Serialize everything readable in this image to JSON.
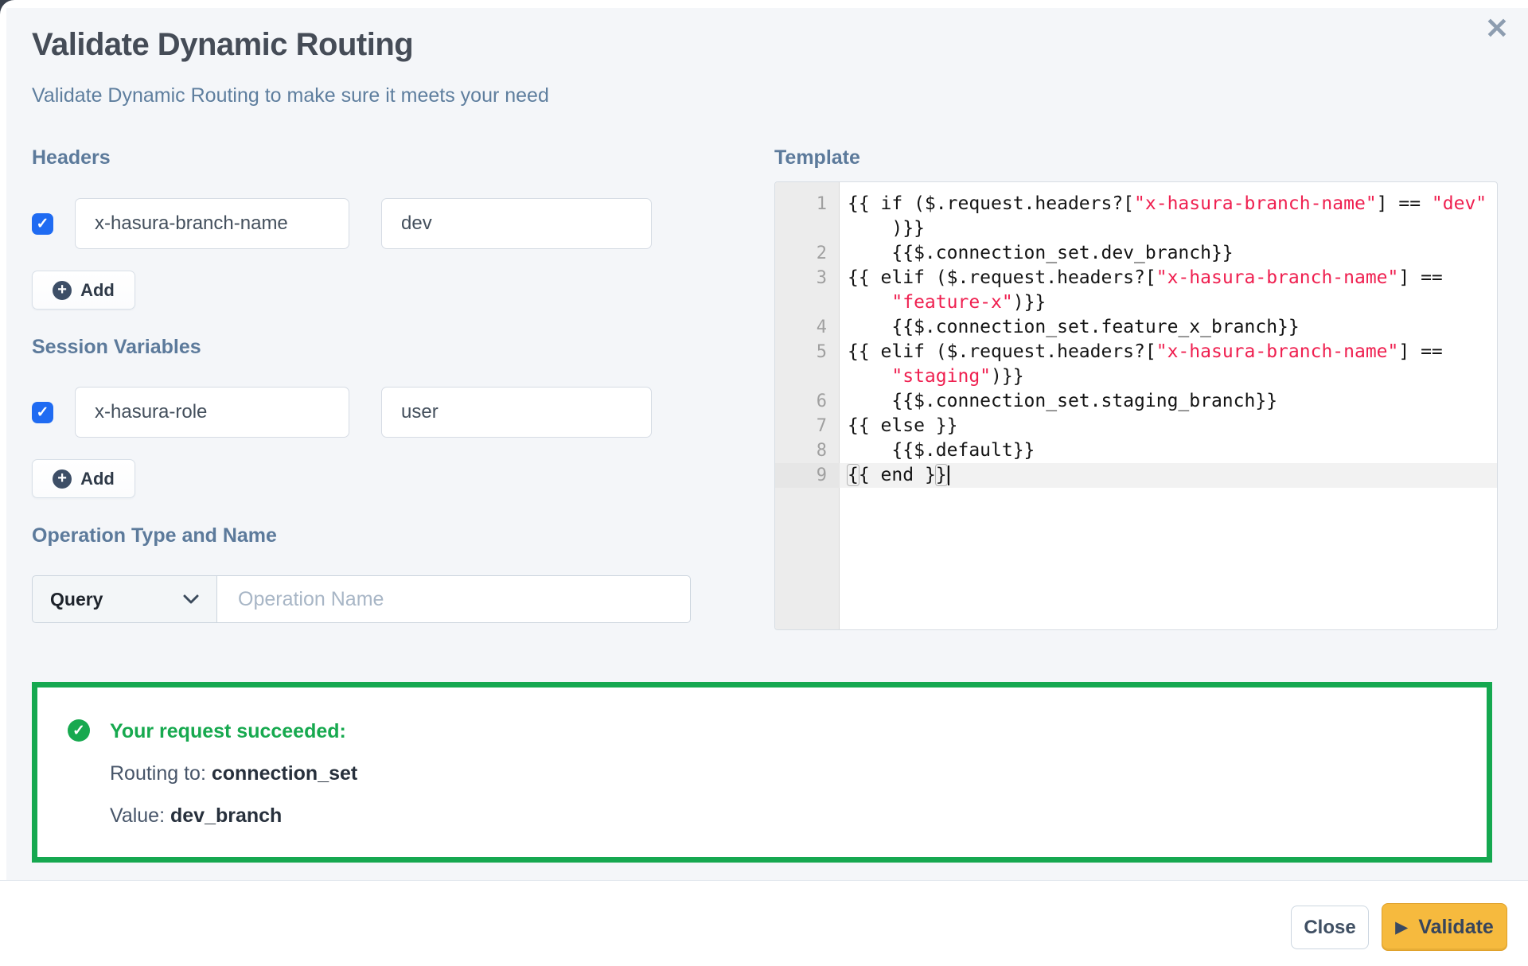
{
  "modal": {
    "title": "Validate Dynamic Routing",
    "subtitle": "Validate Dynamic Routing to make sure it meets your need",
    "close_icon": "✕"
  },
  "headers_section": {
    "label": "Headers",
    "rows": [
      {
        "checked": true,
        "check_icon": "✓",
        "key": "x-hasura-branch-name",
        "value": "dev"
      }
    ],
    "add_label": "Add",
    "plus_icon": "+"
  },
  "session_section": {
    "label": "Session Variables",
    "rows": [
      {
        "checked": true,
        "check_icon": "✓",
        "key": "x-hasura-role",
        "value": "user"
      }
    ],
    "add_label": "Add",
    "plus_icon": "+"
  },
  "operation_section": {
    "label": "Operation Type and Name",
    "type_value": "Query",
    "name_placeholder": "Operation Name",
    "name_value": ""
  },
  "template_section": {
    "label": "Template",
    "code_rows": [
      {
        "num": "1",
        "segments": [
          {
            "t": "{{ if ($.request.headers?[",
            "c": "k"
          },
          {
            "t": "\"x-hasura-branch-name\"",
            "c": "s"
          },
          {
            "t": "] == ",
            "c": "k"
          },
          {
            "t": "\"dev\"",
            "c": "s"
          }
        ]
      },
      {
        "num": "",
        "segments": [
          {
            "t": "    )}}",
            "c": "k"
          }
        ]
      },
      {
        "num": "2",
        "segments": [
          {
            "t": "    {{$.connection_set.dev_branch}}",
            "c": "k"
          }
        ]
      },
      {
        "num": "3",
        "segments": [
          {
            "t": "{{ elif ($.request.headers?[",
            "c": "k"
          },
          {
            "t": "\"x-hasura-branch-name\"",
            "c": "s"
          },
          {
            "t": "] ==",
            "c": "k"
          }
        ]
      },
      {
        "num": "",
        "segments": [
          {
            "t": "    ",
            "c": "k"
          },
          {
            "t": "\"feature-x\"",
            "c": "s"
          },
          {
            "t": ")}}",
            "c": "k"
          }
        ]
      },
      {
        "num": "4",
        "segments": [
          {
            "t": "    {{$.connection_set.feature_x_branch}}",
            "c": "k"
          }
        ]
      },
      {
        "num": "5",
        "segments": [
          {
            "t": "{{ elif ($.request.headers?[",
            "c": "k"
          },
          {
            "t": "\"x-hasura-branch-name\"",
            "c": "s"
          },
          {
            "t": "] ==",
            "c": "k"
          }
        ]
      },
      {
        "num": "",
        "segments": [
          {
            "t": "    ",
            "c": "k"
          },
          {
            "t": "\"staging\"",
            "c": "s"
          },
          {
            "t": ")}}",
            "c": "k"
          }
        ]
      },
      {
        "num": "6",
        "segments": [
          {
            "t": "    {{$.connection_set.staging_branch}}",
            "c": "k"
          }
        ]
      },
      {
        "num": "7",
        "segments": [
          {
            "t": "{{ else }}",
            "c": "k"
          }
        ]
      },
      {
        "num": "8",
        "segments": [
          {
            "t": "    {{$.default}}",
            "c": "k"
          }
        ]
      },
      {
        "num": "9",
        "active": true,
        "cursor": true,
        "segments": [
          {
            "t": "{",
            "c": "bm"
          },
          {
            "t": "{ end }",
            "c": "k"
          },
          {
            "t": "}",
            "c": "bm"
          }
        ]
      }
    ]
  },
  "result": {
    "check_icon": "✓",
    "heading": "Your request succeeded:",
    "routing_label": "Routing to: ",
    "routing_value": "connection_set",
    "value_label": "Value: ",
    "value_value": "dev_branch"
  },
  "footer": {
    "close_label": "Close",
    "play_icon": "▶",
    "validate_label": "Validate"
  },
  "colors": {
    "page_bg": "#f4f6f9",
    "accent_blue": "#1f6bf2",
    "success_green": "#15a850",
    "string_red": "#ef2050",
    "validate_amber": "#f6ba3e",
    "heading_slate": "#5c7a9b"
  }
}
